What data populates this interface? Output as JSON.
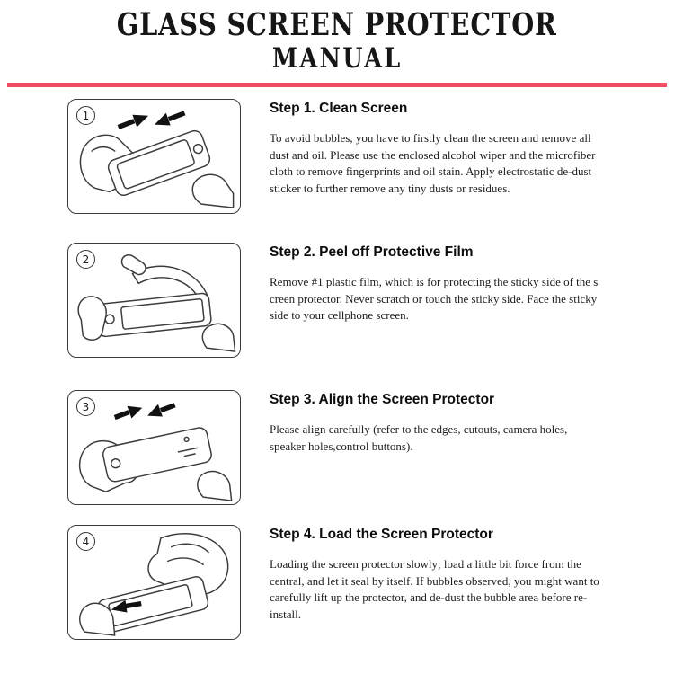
{
  "title": {
    "line1": "GLASS SCREEN PROTECTOR",
    "line2": "MANUAL"
  },
  "accent_red": "#ee4d62",
  "steps": [
    {
      "number": "1",
      "heading": "Step 1. Clean Screen",
      "body": "To avoid bubbles, you have to firstly clean the screen and remove all dust and oil. Please use the enclosed alcohol wiper and the microfiber cloth to remove fingerprints and oil stain. Apply electrostatic de-dust sticker to further remove any tiny dusts or residues.",
      "illustration": "hands cleaning tilted phone with converging arrows"
    },
    {
      "number": "2",
      "heading": "Step 2. Peel off Protective Film",
      "body": "Remove #1 plastic film, which is for protecting the sticky side of the s creen protector. Never scratch or touch the sticky side. Face the sticky side to your cellphone screen.",
      "illustration": "hand peeling protective film off phone"
    },
    {
      "number": "3",
      "heading": "Step 3. Align the Screen Protector",
      "body": "Please align carefully (refer to the edges, cutouts, camera holes, speaker holes,control buttons).",
      "illustration": "hands aligning protector over phone with arrows"
    },
    {
      "number": "4",
      "heading": "Step 4. Load the Screen Protector",
      "body": "Loading the screen protector slowly; load a little bit force from the central, and let it seal by itself. If bubbles observed, you might want to carefully lift up the protector, and de-dust the bubble area before re-install.",
      "illustration": "hand pressing protector onto phone with arrow"
    }
  ]
}
